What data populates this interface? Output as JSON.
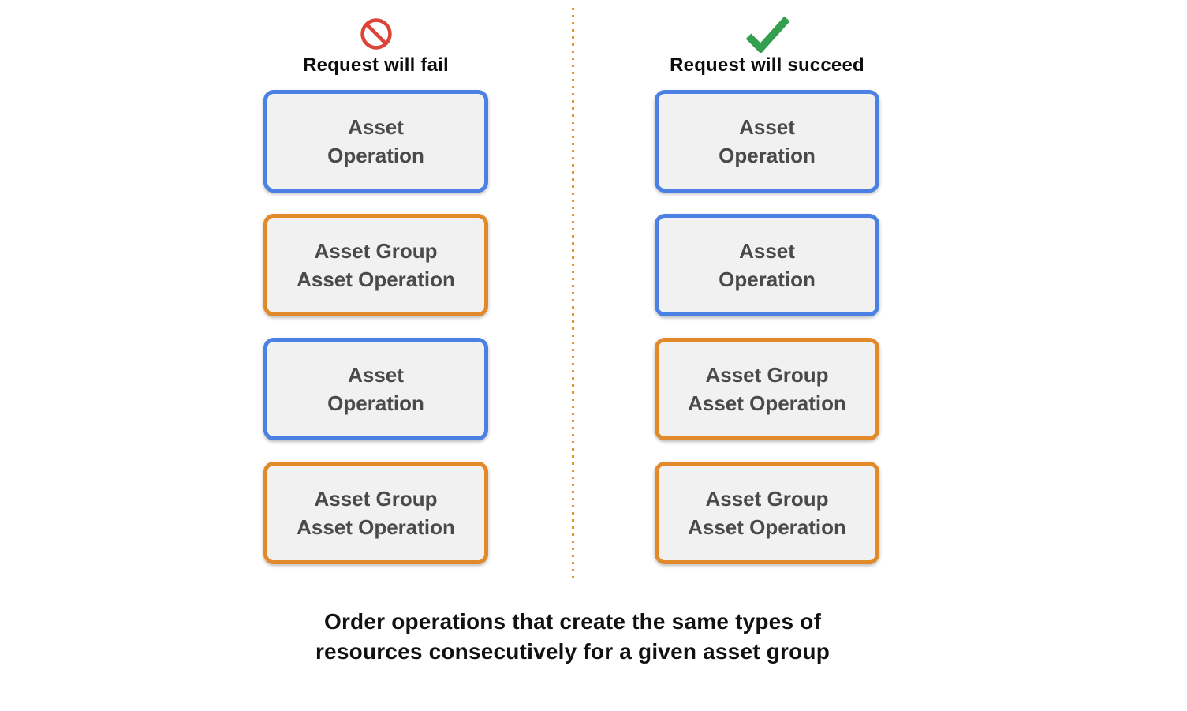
{
  "colors": {
    "blue_border": "#4b80e4",
    "orange_border": "#e28a29",
    "box_fill": "#f1f1f1",
    "box_text": "#4a4a4a",
    "fail_red": "#db4437",
    "success_green": "#34a04f",
    "divider_orange": "#e8942c",
    "heading_text": "#0d0d0d"
  },
  "fail": {
    "title": "Request will fail",
    "icon": "prohibition-icon",
    "boxes": [
      {
        "line1": "Asset",
        "line2": "Operation",
        "variant": "blue"
      },
      {
        "line1": "Asset Group",
        "line2": "Asset Operation",
        "variant": "orange"
      },
      {
        "line1": "Asset",
        "line2": "Operation",
        "variant": "blue"
      },
      {
        "line1": "Asset Group",
        "line2": "Asset Operation",
        "variant": "orange"
      }
    ]
  },
  "success": {
    "title": "Request will succeed",
    "icon": "checkmark-icon",
    "boxes": [
      {
        "line1": "Asset",
        "line2": "Operation",
        "variant": "blue"
      },
      {
        "line1": "Asset",
        "line2": "Operation",
        "variant": "blue"
      },
      {
        "line1": "Asset Group",
        "line2": "Asset Operation",
        "variant": "orange"
      },
      {
        "line1": "Asset Group",
        "line2": "Asset Operation",
        "variant": "orange"
      }
    ]
  },
  "caption": {
    "line1": "Order operations that create the same types of",
    "line2": "resources consecutively for a given asset group"
  }
}
